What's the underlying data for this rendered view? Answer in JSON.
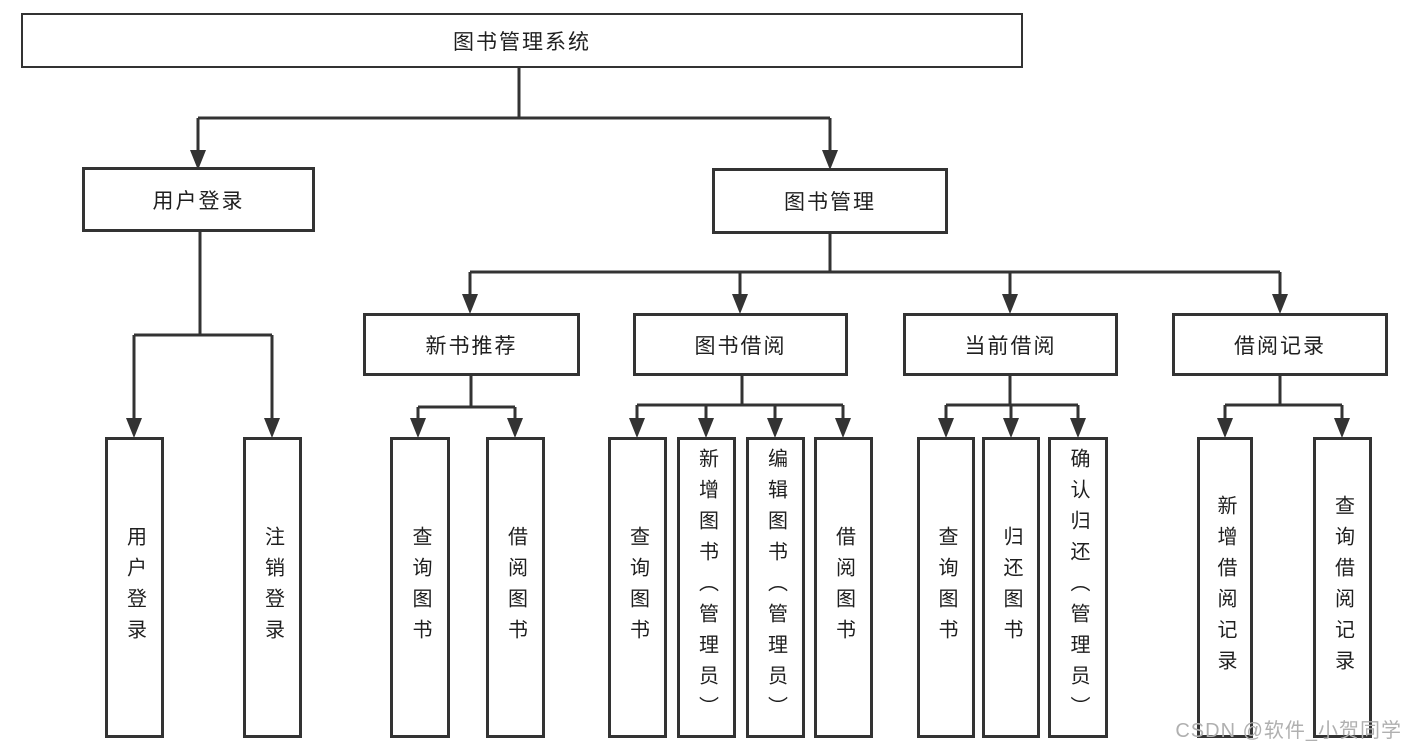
{
  "colors": {
    "background": "#ffffff",
    "line": "#333333",
    "box-border": "#333333",
    "text": "#1f1f1f",
    "watermark": "#b0b0b0"
  },
  "tree": {
    "label": "图书管理系统",
    "children": [
      {
        "label": "用户登录",
        "children": [
          {
            "label": "用户登录"
          },
          {
            "label": "注销登录"
          }
        ]
      },
      {
        "label": "图书管理",
        "children": [
          {
            "label": "新书推荐",
            "children": [
              {
                "label": "查询图书"
              },
              {
                "label": "借阅图书"
              }
            ]
          },
          {
            "label": "图书借阅",
            "children": [
              {
                "label": "查询图书"
              },
              {
                "label": "新增图书（管理员）"
              },
              {
                "label": "编辑图书（管理员）"
              },
              {
                "label": "借阅图书"
              }
            ]
          },
          {
            "label": "当前借阅",
            "children": [
              {
                "label": "查询图书"
              },
              {
                "label": "归还图书"
              },
              {
                "label": "确认归还（管理员）"
              }
            ]
          },
          {
            "label": "借阅记录",
            "children": [
              {
                "label": "新增借阅记录"
              },
              {
                "label": "查询借阅记录"
              }
            ]
          }
        ]
      }
    ]
  },
  "watermark": {
    "text": "CSDN @软件_小贺同学"
  }
}
